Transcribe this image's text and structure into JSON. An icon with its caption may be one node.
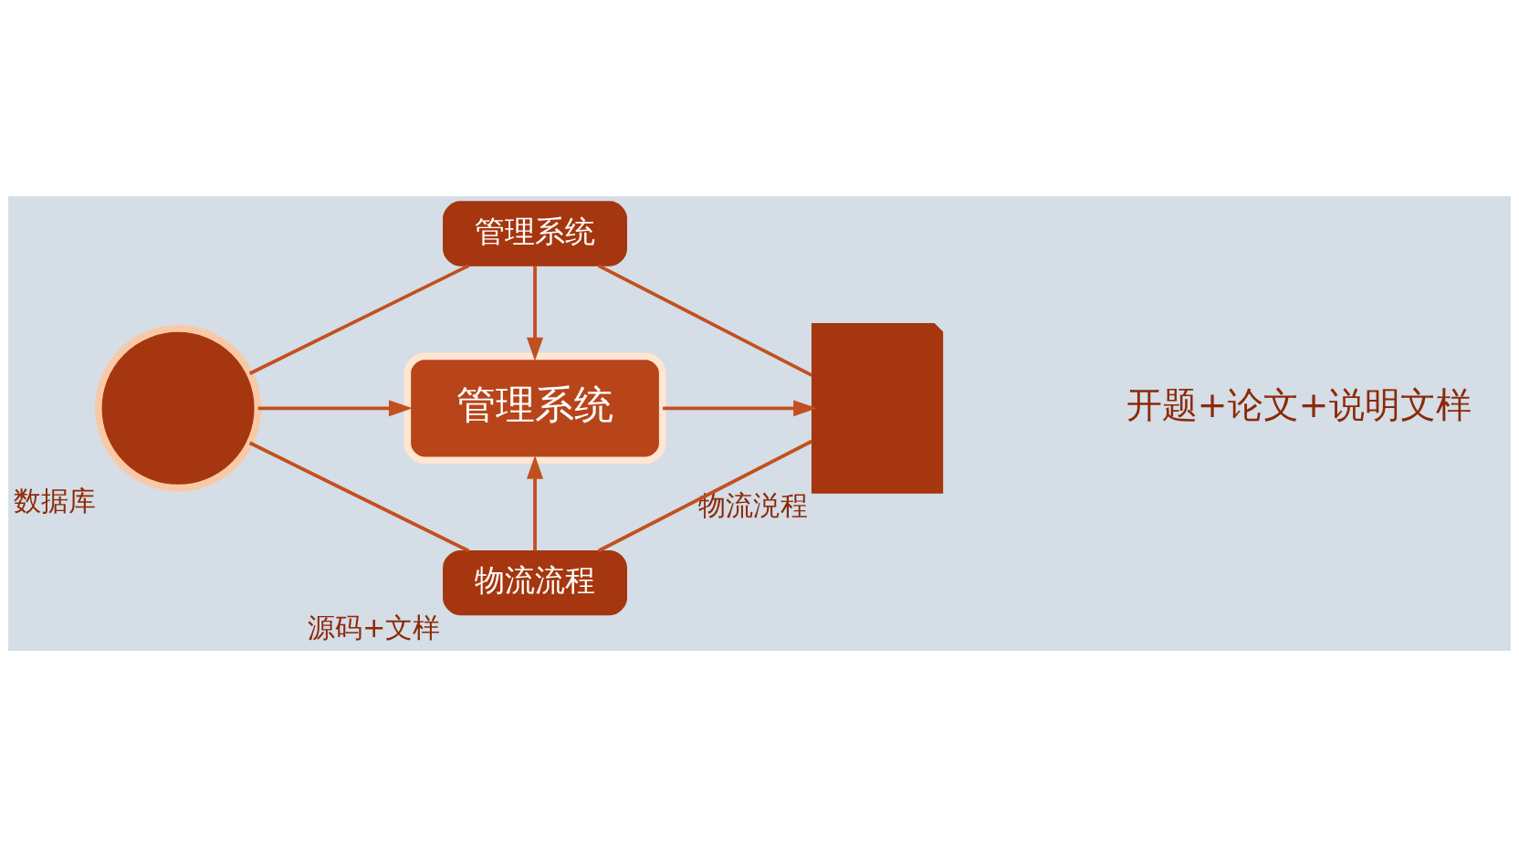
{
  "diagram": {
    "nodes": [
      {
        "text": [],
        "shape": "circle",
        "beside": [
          "数据库"
        ]
      },
      {
        "text": [
          "管理系统"
        ]
      },
      {
        "text": [
          "管理系统"
        ]
      },
      {
        "text": [
          "物流流程"
        ],
        "beside": [
          "源码+文样"
        ]
      },
      {
        "text": [],
        "shape": "document",
        "beside": [
          "物流涚程"
        ]
      }
    ],
    "edges": [
      {
        "from": 0,
        "to": 2,
        "arrow": "to"
      },
      {
        "from": 1,
        "to": 2,
        "arrow": "to"
      },
      {
        "from": 3,
        "to": 2,
        "arrow": "to"
      },
      {
        "from": 2,
        "to": 4,
        "arrow": "to"
      },
      {
        "from": 1,
        "to": 0,
        "arrow": "none"
      },
      {
        "from": 1,
        "to": 4,
        "arrow": "none"
      },
      {
        "from": 3,
        "to": 0,
        "arrow": "none"
      },
      {
        "from": 3,
        "to": 4,
        "arrow": "none"
      }
    ],
    "labels": [
      "开题+论文+说明文样"
    ]
  }
}
